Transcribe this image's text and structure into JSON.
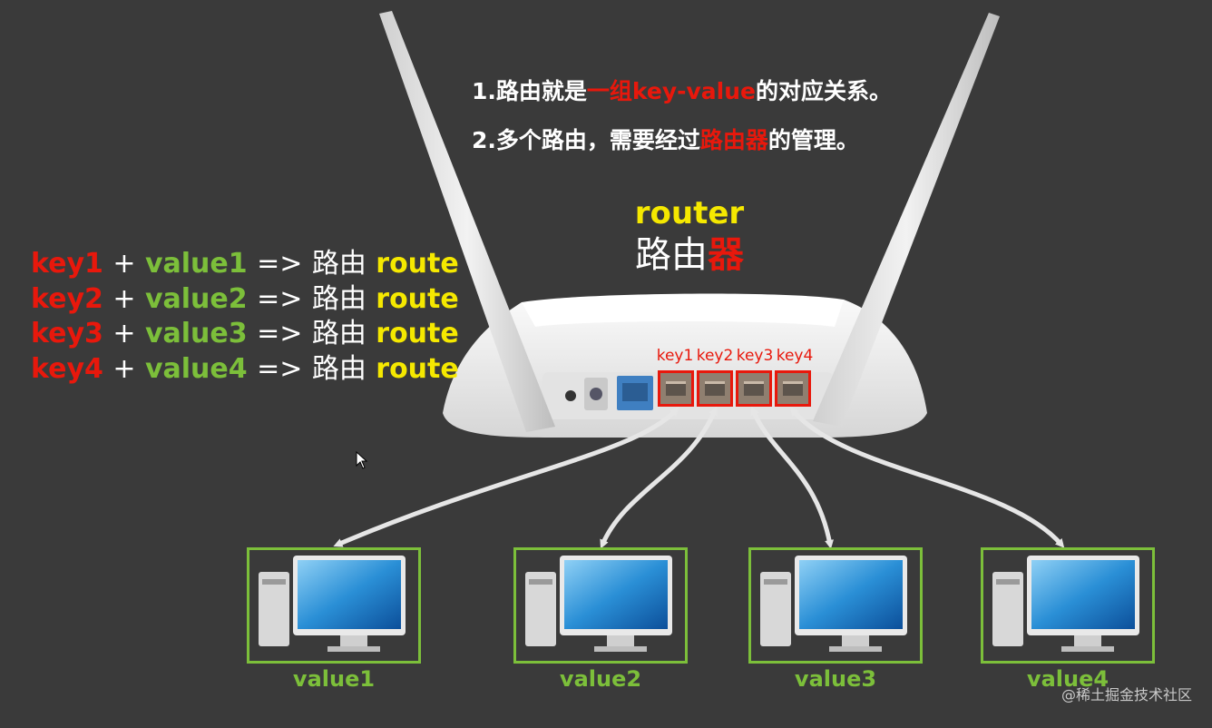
{
  "notes": {
    "line1": {
      "prefix": "1.路由就是",
      "highlight": "一组key-value",
      "suffix": "的对应关系。"
    },
    "line2": {
      "prefix": "2.多个路由，需要经过",
      "highlight": "路由器",
      "suffix": "的管理。"
    }
  },
  "router_title": {
    "en": "router",
    "cn_plain": "路由",
    "cn_highlight": "器"
  },
  "mapping": [
    {
      "key": "key1",
      "plus": "+",
      "value": "value1",
      "arrow": "=>",
      "cn": "路由",
      "route": "route"
    },
    {
      "key": "key2",
      "plus": "+",
      "value": "value2",
      "arrow": "=>",
      "cn": "路由",
      "route": "route"
    },
    {
      "key": "key3",
      "plus": "+",
      "value": "value3",
      "arrow": "=>",
      "cn": "路由",
      "route": "route"
    },
    {
      "key": "key4",
      "plus": "+",
      "value": "value4",
      "arrow": "=>",
      "cn": "路由",
      "route": "route"
    }
  ],
  "ports": [
    "key1",
    "key2",
    "key3",
    "key4"
  ],
  "computers": [
    "value1",
    "value2",
    "value3",
    "value4"
  ],
  "watermark": "@稀土掘金技术社区",
  "colors": {
    "background": "#3a3a3a",
    "red": "#e8180c",
    "green": "#7cbf3a",
    "yellow": "#f5e800"
  }
}
